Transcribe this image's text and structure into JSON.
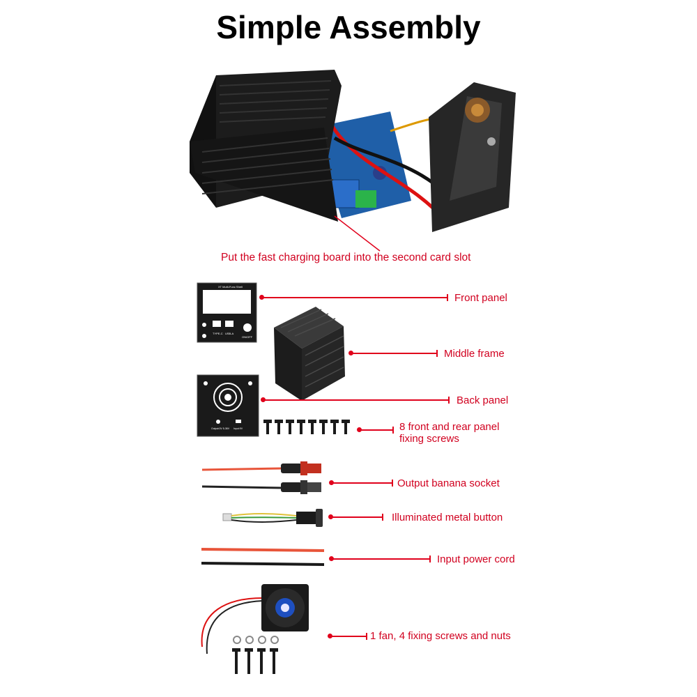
{
  "title": "Simple Assembly",
  "main_caption": "Put the fast charging board into the second card slot",
  "parts": [
    {
      "label": "Front panel"
    },
    {
      "label": "Middle frame"
    },
    {
      "label": "Back panel"
    },
    {
      "label_line1": "8 front and rear panel",
      "label_line2": "fixing screws"
    },
    {
      "label": "Output banana socket"
    },
    {
      "label": "Illuminated metal button"
    },
    {
      "label": "Input power cord"
    },
    {
      "label": "1 fan, 4 fixing screws and nuts"
    }
  ],
  "panel_text": {
    "front_top": "XT Multi-Func Shell",
    "type_c": "TYPE-C",
    "usb_a": "USB-A",
    "on_off": "ON/OFF",
    "back_left": "Output:0V 5-36V",
    "back_right": "Input:9V"
  },
  "colors": {
    "accent": "#e0001b",
    "metal": "#1c1c1c",
    "pcb": "#1f5fa8"
  }
}
